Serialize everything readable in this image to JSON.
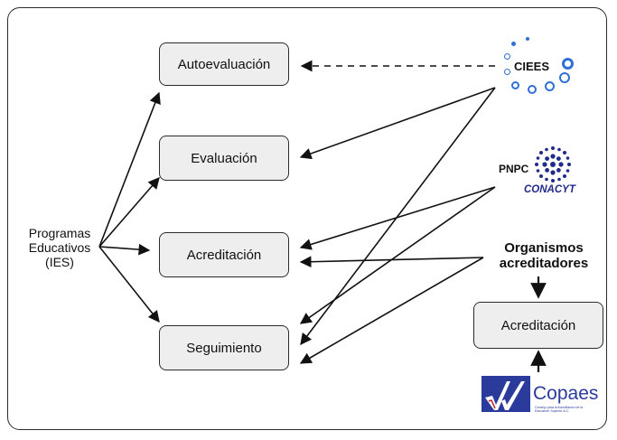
{
  "nodes": {
    "programas_lines": [
      "Programas",
      "Educativos",
      "(IES)"
    ],
    "autoevaluacion": "Autoevaluación",
    "evaluacion": "Evaluación",
    "acreditacion": "Acreditación",
    "seguimiento": "Seguimiento",
    "organismos_lines": [
      "Organismos",
      "acreditadores"
    ],
    "acreditacion_right": "Acreditación"
  },
  "logos": {
    "ciees": "CIEES",
    "pnpc": "PNPC",
    "conacyt": "CONACYT",
    "copaes": "Copaes",
    "copaes_sub": "Consejo para la Acreditación de la Educación Superior A.C."
  },
  "colors": {
    "ciees_blue": "#2f6fd6",
    "conacyt_navy": "#1f2a8a",
    "copaes_blue": "#2a3b9c",
    "box_fill": "#eeeeee",
    "line": "#111111"
  }
}
